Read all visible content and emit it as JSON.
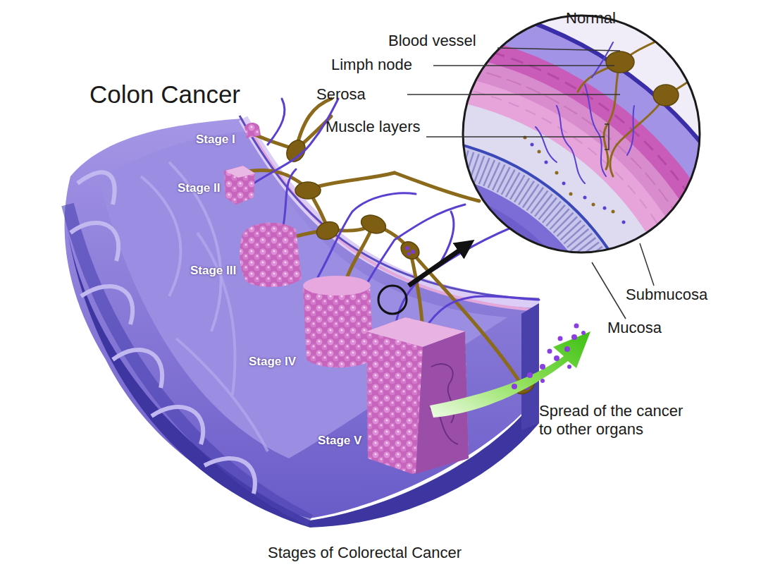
{
  "diagram": {
    "title": "Colon Cancer",
    "caption": "Stages of Colorectal Cancer",
    "labels": [
      "Normal",
      "Blood vessel",
      "Limph node",
      "Serosa",
      "Muscle layers",
      "Stage I",
      "Stage II",
      "Stage III",
      "Stage IV",
      "Stage V",
      "Submucosa",
      "Mucosa",
      "Spread of the cancer to other organs"
    ]
  }
}
